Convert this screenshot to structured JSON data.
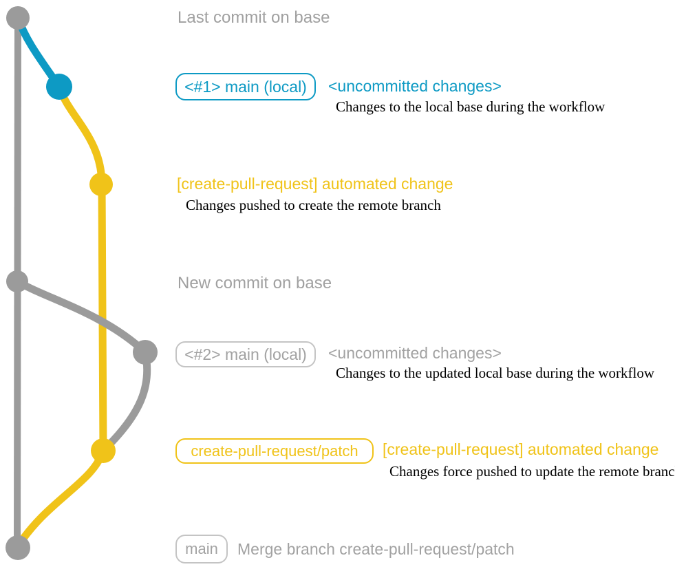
{
  "colors": {
    "blue": "#0D9AC4",
    "yellow": "#F0C319",
    "gray": "#9B9B9B",
    "gray_text": "#A0A0A0",
    "gray_border": "#C4C4C4",
    "description_text": "#000000",
    "background": "#FFFFFF"
  },
  "annotations": {
    "last_commit_heading": "Last commit on base",
    "commit1": {
      "badge": "<#1> main (local)",
      "title": "<uncommitted changes>",
      "description": "Changes to the local base during the workflow"
    },
    "commit2": {
      "title": "[create-pull-request] automated change",
      "description": "Changes pushed to create the remote branch"
    },
    "new_commit_heading": "New commit on base",
    "commit3": {
      "badge": "<#2> main (local)",
      "title": "<uncommitted changes>",
      "description": "Changes to the updated local base during the workflow"
    },
    "commit4": {
      "badge": "create-pull-request/patch",
      "title": "[create-pull-request] automated change",
      "description": "Changes force pushed to update the remote branch"
    },
    "merge_commit": {
      "badge": "main",
      "title": "Merge branch create-pull-request/patch"
    }
  }
}
